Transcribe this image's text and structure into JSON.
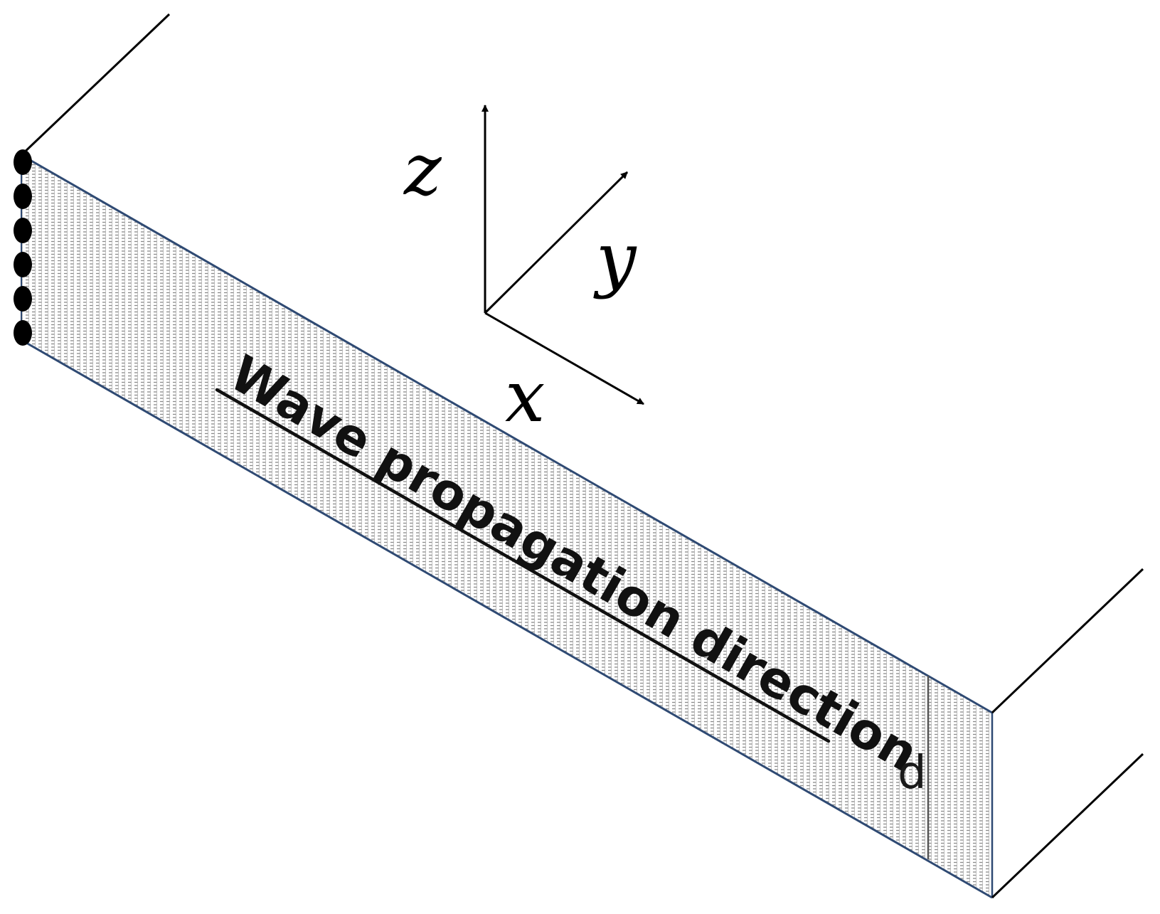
{
  "labels": {
    "axis_z": "z",
    "axis_y": "y",
    "axis_x": "x",
    "propagation": "Wave propagation direction",
    "thickness": "d"
  },
  "colors": {
    "plate_edge": "#2f4a73",
    "slab_lines": "#000000",
    "hatch": "#7a7a7a",
    "exciter_dots": "#000000"
  },
  "exciter": {
    "dot_count": 6
  }
}
